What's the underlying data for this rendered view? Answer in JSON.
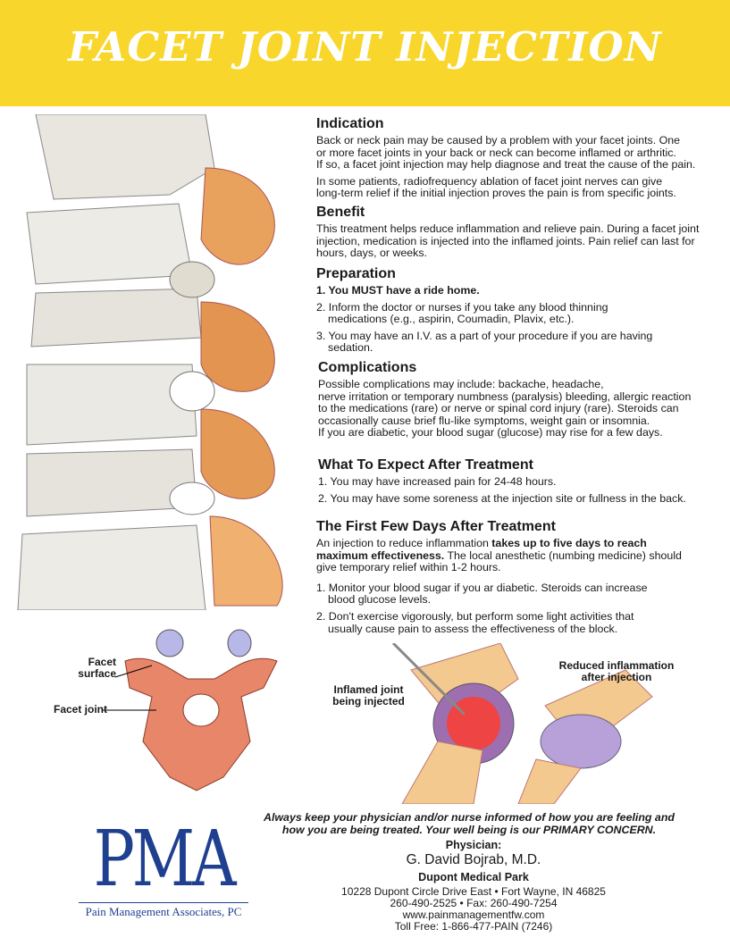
{
  "header": {
    "title": "FACET JOINT INJECTION"
  },
  "indication": {
    "heading": "Indication",
    "p1": [
      "Back or neck pain may be caused by a problem with your facet joints. One",
      "or more facet joints in your back or neck can become inflamed or arthritic.",
      "If so, a facet joint injection may help diagnose and treat the cause of the pain."
    ],
    "p2": [
      "In some patients, radiofrequency ablation of facet joint nerves can give",
      "long-term relief if the initial injection proves the pain is from specific joints."
    ]
  },
  "benefit": {
    "heading": "Benefit",
    "p1": [
      "This treatment helps reduce inflammation and relieve pain. During a facet joint",
      "injection, medication is injected into the inflamed joints. Pain relief can last for",
      "hours, days, or weeks."
    ]
  },
  "preparation": {
    "heading": "Preparation",
    "items": [
      "1. You MUST have a ride home.",
      "2. Inform the doctor or nurses if you take any blood thinning medications (e.g., aspirin, Coumadin, Plavix, etc.).",
      "3. You may have an I.V. as a part of your procedure if you are having sedation."
    ]
  },
  "complications": {
    "heading": "Complications",
    "p1": [
      "Possible complications may include: backache, headache,",
      "nerve irritation or temporary numbness (paralysis) bleeding, allergic reaction",
      "to the medications (rare) or nerve or spinal cord injury (rare). Steroids can",
      "occasionally cause brief flu-like symptoms, weight gain or insomnia.",
      "If you are diabetic, your blood sugar (glucose) may rise for a few days."
    ]
  },
  "expect": {
    "heading": "What To Expect After Treatment",
    "items": [
      "1. You may have increased pain for 24-48 hours.",
      "2. You may have some soreness at the injection site or fullness in the back."
    ]
  },
  "first_days": {
    "heading": "The First Few Days After Treatment",
    "intro_pre": "An injection to reduce inflammation ",
    "intro_bold": "takes up to five days to reach maximum effectiveness.",
    "intro_post": " The local anesthetic (numbing medicine) should give temporary relief within 1-2 hours.",
    "items": [
      "1. Monitor your blood sugar if you ar diabetic. Steroids can increase blood glucose levels.",
      "2. Don't exercise vigorously, but perform some light activities that usually cause pain to assess the effectiveness of the block."
    ]
  },
  "figures": {
    "facet_surface": "Facet surface",
    "facet_joint": "Facet joint",
    "inflamed": "Inflamed joint being injected",
    "reduced": "Reduced inflammation after injection"
  },
  "footer": {
    "message": "Always keep your physician and/or nurse informed of how you are feeling and how you are being treated. Your well being is our PRIMARY CONCERN.",
    "physician_label": "Physician:",
    "physician": "G. David Bojrab, M.D.",
    "location": "Dupont Medical Park",
    "address": "10228 Dupont Circle Drive East • Fort Wayne, IN 46825",
    "phone": "260-490-2525  • Fax: 260-490-7254",
    "website": "www.painmanagementfw.com",
    "tollfree": "Toll Free: 1-866-477-PAIN (7246)"
  },
  "logo": {
    "text": "PMA",
    "subtitle": "Pain Management Associates, PC"
  }
}
